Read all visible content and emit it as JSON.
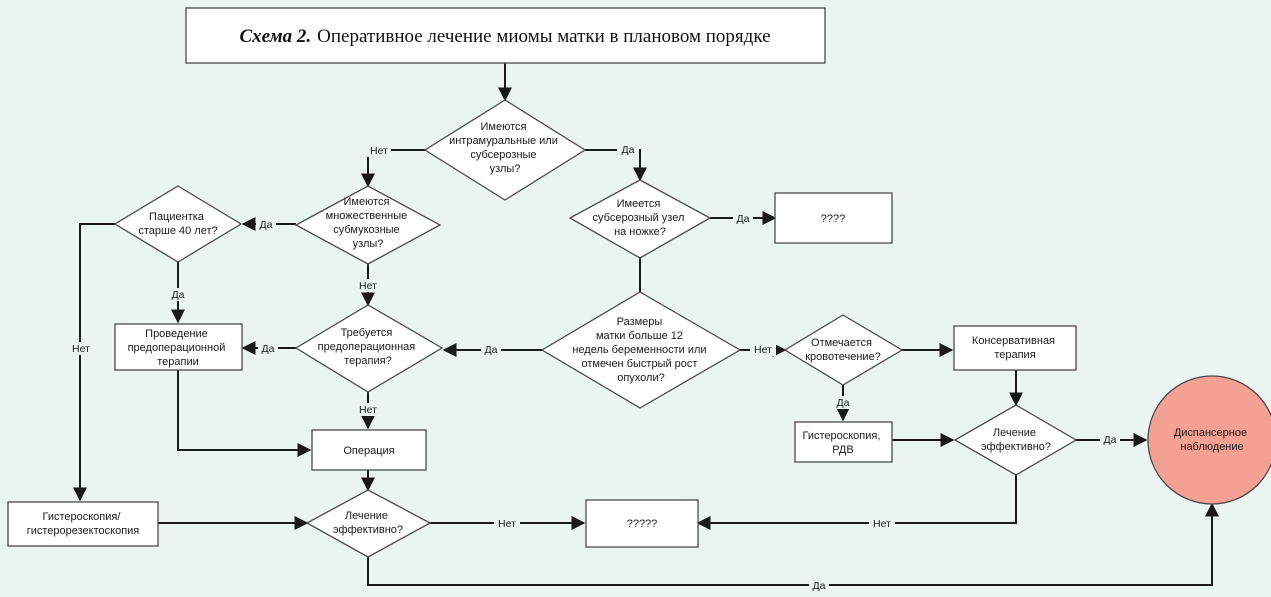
{
  "title": {
    "scheme": "Схема 2.",
    "text": "Оперативное лечение миомы матки в плановом порядке"
  },
  "nodes": {
    "q_intramural": [
      "Имеются",
      "интрамуральные или",
      "субсерозные",
      "узлы?"
    ],
    "q_submucous": [
      "Имеются",
      "множественные",
      "субмукозные",
      "узлы?"
    ],
    "q_subserous_leg": [
      "Имеется",
      "субсерозный узел",
      "на ножке?"
    ],
    "unknown_top": "????",
    "q_age": [
      "Пациентка",
      "старше 40 лет?"
    ],
    "preop_therapy": [
      "Проведение",
      "предоперационной",
      "терапии"
    ],
    "q_preop": [
      "Требуется",
      "предоперационная",
      "терапия?"
    ],
    "q_size": [
      "Размеры",
      "матки больше 12",
      "недель беременности или",
      "отмечен быстрый рост",
      "опухоли?"
    ],
    "q_bleeding": [
      "Отмечается",
      "кровотечение?"
    ],
    "conservative": [
      "Консервативная",
      "терапия"
    ],
    "operation": "Операция",
    "hysteroscopy_rdv": [
      "Гистероскопия,",
      "РДВ"
    ],
    "q_effective_right": [
      "Лечение",
      "эффективно?"
    ],
    "dispensary": [
      "Диспансерное",
      "наблюдение"
    ],
    "hysteroscopy_resect": [
      "Гистероскопия/",
      "гистерорезектоскопия"
    ],
    "q_effective_bottom": [
      "Лечение",
      "эффективно?"
    ],
    "unknown_bottom": "?????"
  },
  "edge_labels": {
    "yes": "Да",
    "no": "Нет"
  },
  "colors": {
    "background": "#eaf5f1",
    "terminal": "#f4a193"
  }
}
